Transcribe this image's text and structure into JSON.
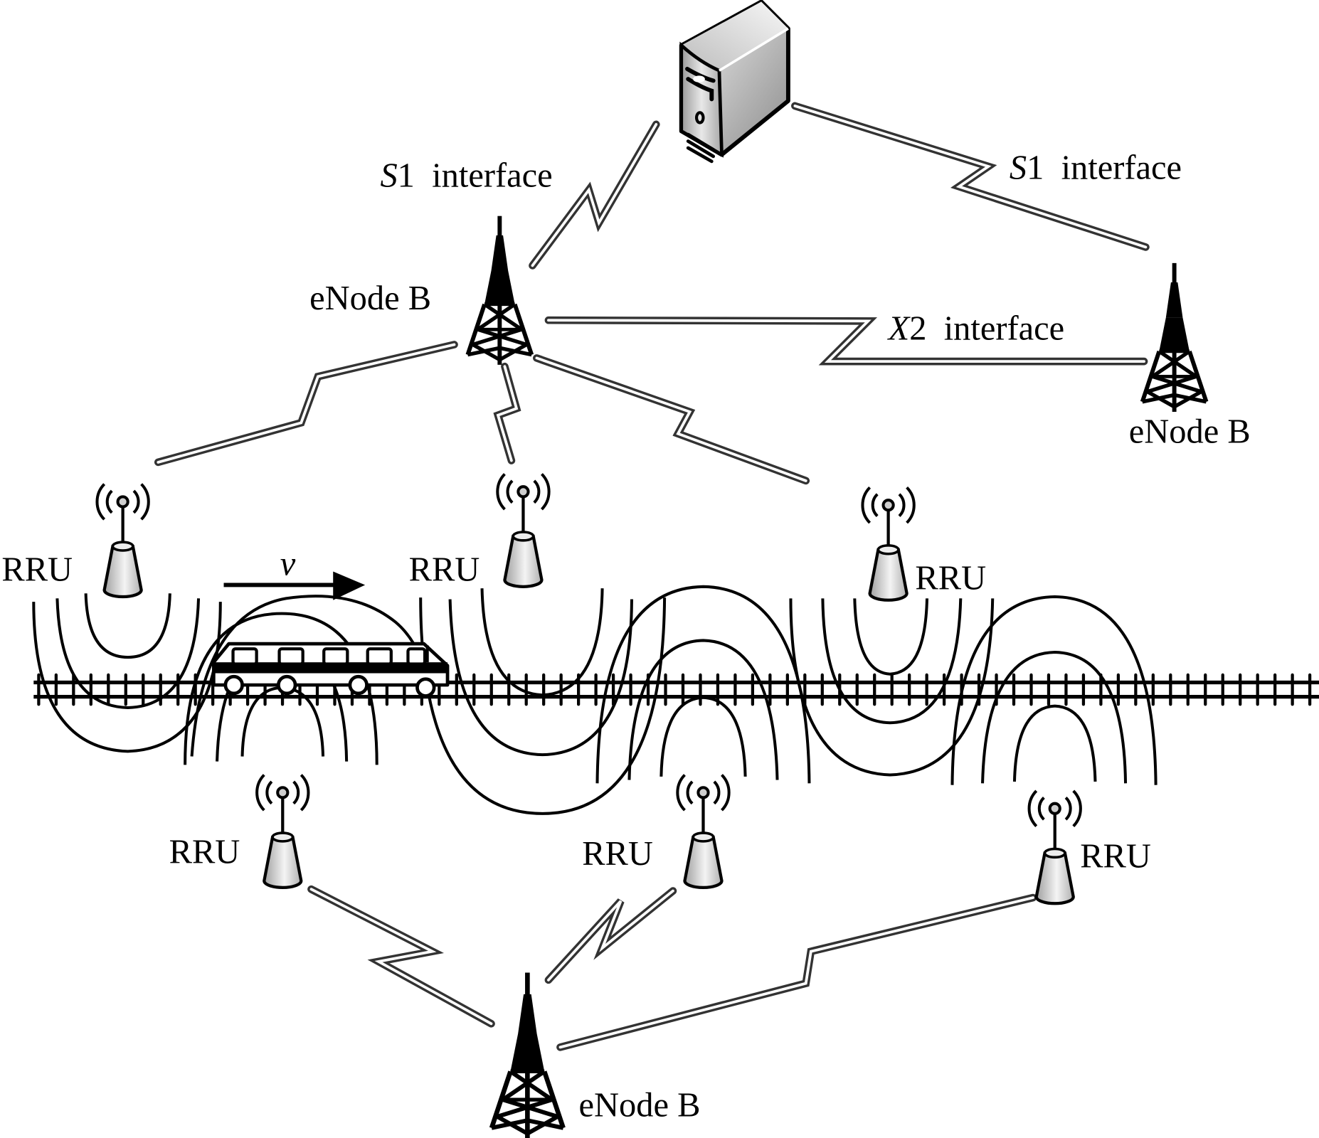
{
  "figure": {
    "type": "network-architecture-diagram",
    "subject": "High-speed railway LTE network with eNode B and distributed RRUs"
  },
  "core": {
    "name": "server",
    "icon": "server-icon"
  },
  "labels": {
    "s1_left": {
      "italic": "S",
      "rest": "1  interface"
    },
    "s1_right": {
      "italic": "S",
      "rest": "1  interface"
    },
    "x2": {
      "italic": "X",
      "rest": "2  interface"
    },
    "velocity": "v"
  },
  "enodebs": [
    {
      "id": "enb-top-left",
      "label": "eNode B"
    },
    {
      "id": "enb-right",
      "label": "eNode B"
    },
    {
      "id": "enb-bottom",
      "label": "eNode B"
    }
  ],
  "rrus": [
    {
      "id": "rru-1",
      "label": "RRU",
      "side": "above-track"
    },
    {
      "id": "rru-2",
      "label": "RRU",
      "side": "above-track"
    },
    {
      "id": "rru-3",
      "label": "RRU",
      "side": "above-track"
    },
    {
      "id": "rru-4",
      "label": "RRU",
      "side": "below-track"
    },
    {
      "id": "rru-5",
      "label": "RRU",
      "side": "below-track"
    },
    {
      "id": "rru-6",
      "label": "RRU",
      "side": "below-track"
    }
  ],
  "links": [
    {
      "from": "server",
      "to": "enb-top-left",
      "type": "S1 interface"
    },
    {
      "from": "server",
      "to": "enb-right",
      "type": "S1 interface"
    },
    {
      "from": "enb-top-left",
      "to": "enb-right",
      "type": "X2 interface"
    },
    {
      "from": "enb-top-left",
      "to": "rru-1",
      "type": "fronthaul"
    },
    {
      "from": "enb-top-left",
      "to": "rru-2",
      "type": "fronthaul"
    },
    {
      "from": "enb-top-left",
      "to": "rru-3",
      "type": "fronthaul"
    },
    {
      "from": "enb-bottom",
      "to": "rru-4",
      "type": "fronthaul"
    },
    {
      "from": "enb-bottom",
      "to": "rru-5",
      "type": "fronthaul"
    },
    {
      "from": "enb-bottom",
      "to": "rru-6",
      "type": "fronthaul"
    }
  ],
  "train": {
    "name": "high-speed train",
    "direction": "right",
    "icon": "train-icon"
  }
}
